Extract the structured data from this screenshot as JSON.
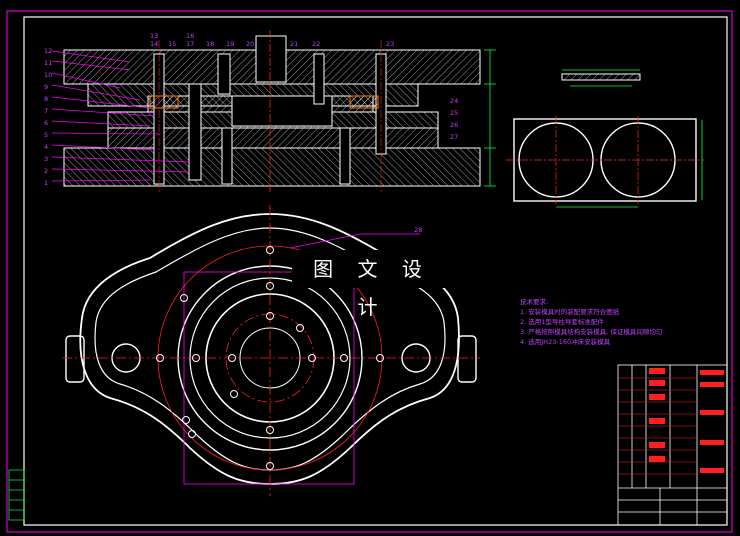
{
  "watermark": "图 文 设 计",
  "notes": {
    "title": "技术要求:",
    "items": [
      "1. 安装模具时的装配要求符合图纸",
      "2. 选用1型导柱导套标准配件",
      "3. 严格按照模具结构安装模具, 保证模具间隙均匀",
      "4. 选用JH23-160冲床安装模具"
    ]
  },
  "part_labels_left": [
    "12",
    "11",
    "10",
    "9",
    "8",
    "7",
    "6",
    "5",
    "4",
    "3",
    "2",
    "1"
  ],
  "part_labels_top": [
    "13",
    "14",
    "15",
    "16",
    "17",
    "18",
    "19",
    "20",
    "21",
    "22",
    "23"
  ],
  "part_labels_right": [
    "24",
    "25",
    "26",
    "27"
  ],
  "plan_label": "28",
  "colors": {
    "frame": "#ff00ff",
    "outline": "#ffffff",
    "center": "#ff2020",
    "dimension": "#00ff40",
    "hatch": "#ffffff",
    "text": "#c040ff"
  }
}
